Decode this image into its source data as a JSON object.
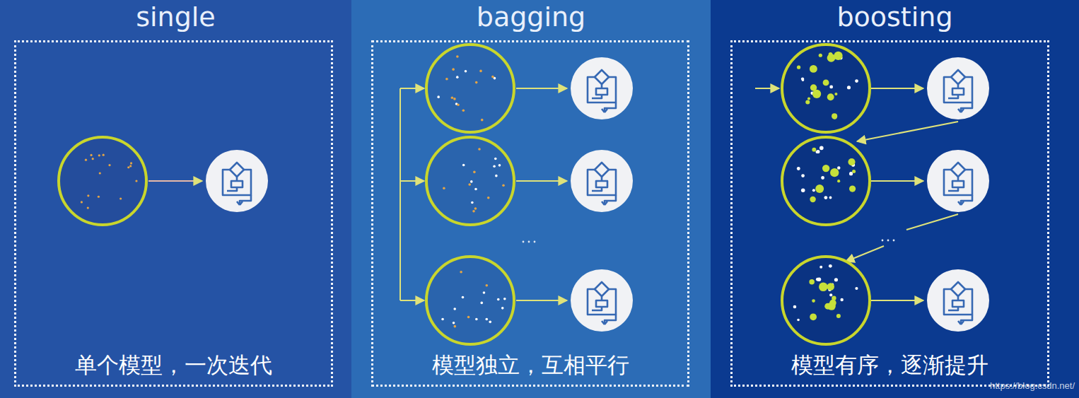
{
  "diagram": {
    "nodes": [
      {
        "text": [
          "single",
          "单个模型，一次迭代"
        ]
      },
      {
        "text": [
          "bagging",
          "模型独立，互相平行"
        ]
      },
      {
        "text": [
          "boosting",
          "模型有序，逐渐提升"
        ]
      }
    ],
    "labels": [
      "https://blog.csdn.net/"
    ]
  }
}
